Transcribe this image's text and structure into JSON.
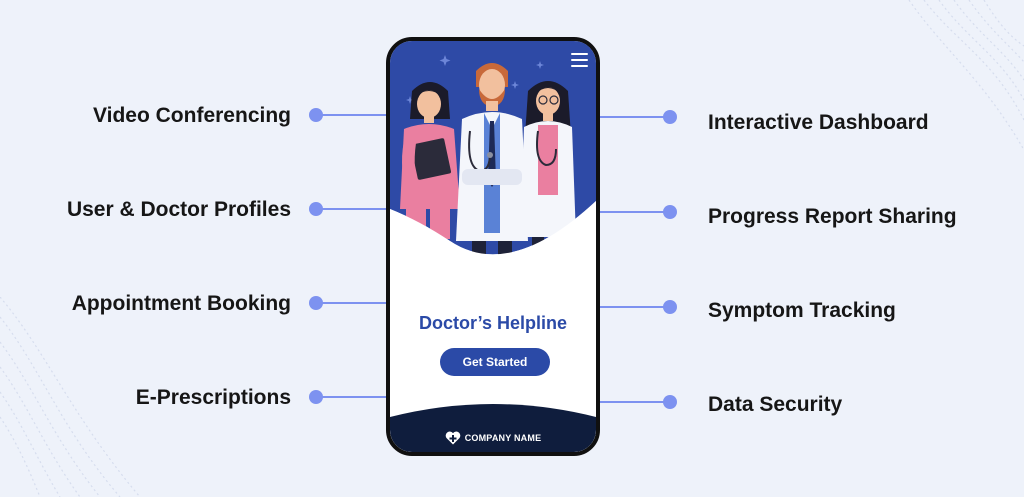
{
  "features": {
    "left": [
      {
        "label": "Video Conferencing"
      },
      {
        "label": "User & Doctor Profiles"
      },
      {
        "label": "Appointment Booking"
      },
      {
        "label": "E-Prescriptions"
      }
    ],
    "right": [
      {
        "label": "Interactive Dashboard"
      },
      {
        "label": "Progress Report Sharing"
      },
      {
        "label": "Symptom Tracking"
      },
      {
        "label": "Data Security"
      }
    ]
  },
  "app": {
    "title": "Doctor’s Helpline",
    "cta_label": "Get Started",
    "footer_brand": "COMPANY NAME",
    "menu_icon": "hamburger-menu-icon",
    "logo_icon": "heart-cross-icon",
    "hero_image": "three-doctors-illustration"
  },
  "colors": {
    "page_background": "#eef2fa",
    "accent": "#2b4aa7",
    "connector": "#7d92f0",
    "hero_background": "#2e4aa6",
    "footer_background": "#0f1d3d"
  }
}
